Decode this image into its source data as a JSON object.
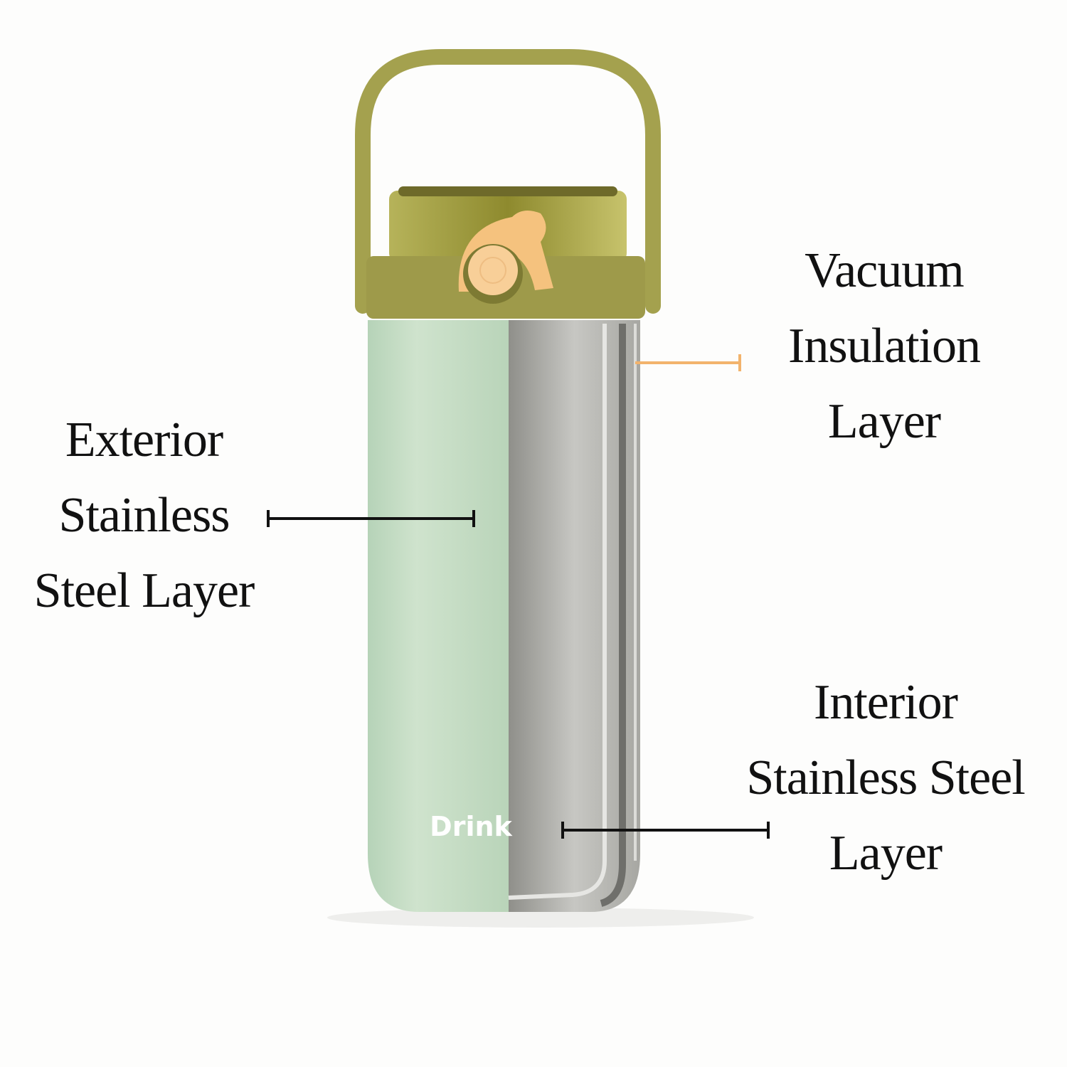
{
  "labels": {
    "vacuum": [
      "Vacuum",
      "Insulation",
      "Layer"
    ],
    "exterior": [
      "Exterior",
      "Stainless",
      "Steel Layer"
    ],
    "interior": [
      "Interior",
      "Stainless Steel",
      "Layer"
    ]
  },
  "bottle": {
    "brand": "Drink"
  },
  "colors": {
    "body_green": "#c3dcc3",
    "lid_olive": "#a9a548",
    "button_peach": "#f6c98a",
    "steel": "#b4b4b0",
    "vacuum_pointer": "#f2b36c",
    "pointer": "#111111"
  }
}
